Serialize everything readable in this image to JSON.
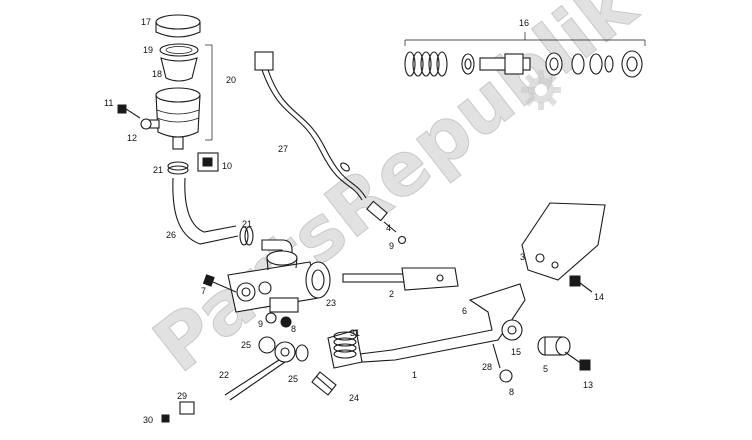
{
  "watermark": {
    "text": "PartsRepublik",
    "color": "#c9c9c9"
  },
  "callouts": [
    {
      "id": "c1",
      "text": "1"
    },
    {
      "id": "c2",
      "text": "2"
    },
    {
      "id": "c3",
      "text": "3"
    },
    {
      "id": "c4",
      "text": "4"
    },
    {
      "id": "c5",
      "text": "5"
    },
    {
      "id": "c6",
      "text": "6"
    },
    {
      "id": "c7",
      "text": "7"
    },
    {
      "id": "c8a",
      "text": "8"
    },
    {
      "id": "c8b",
      "text": "8"
    },
    {
      "id": "c9a",
      "text": "9"
    },
    {
      "id": "c9b",
      "text": "9"
    },
    {
      "id": "c10",
      "text": "10"
    },
    {
      "id": "c11",
      "text": "11"
    },
    {
      "id": "c12",
      "text": "12"
    },
    {
      "id": "c13",
      "text": "13"
    },
    {
      "id": "c14",
      "text": "14"
    },
    {
      "id": "c15",
      "text": "15"
    },
    {
      "id": "c16",
      "text": "16"
    },
    {
      "id": "c17",
      "text": "17"
    },
    {
      "id": "c18",
      "text": "18"
    },
    {
      "id": "c19",
      "text": "19"
    },
    {
      "id": "c20",
      "text": "20"
    },
    {
      "id": "c21a",
      "text": "21"
    },
    {
      "id": "c21b",
      "text": "21"
    },
    {
      "id": "c22",
      "text": "22"
    },
    {
      "id": "c23",
      "text": "23"
    },
    {
      "id": "c24",
      "text": "24"
    },
    {
      "id": "c25a",
      "text": "25"
    },
    {
      "id": "c25b",
      "text": "25"
    },
    {
      "id": "c26",
      "text": "26"
    },
    {
      "id": "c27",
      "text": "27"
    },
    {
      "id": "c28",
      "text": "28"
    },
    {
      "id": "c29",
      "text": "29"
    },
    {
      "id": "c30",
      "text": "30"
    },
    {
      "id": "c31",
      "text": "31"
    }
  ]
}
